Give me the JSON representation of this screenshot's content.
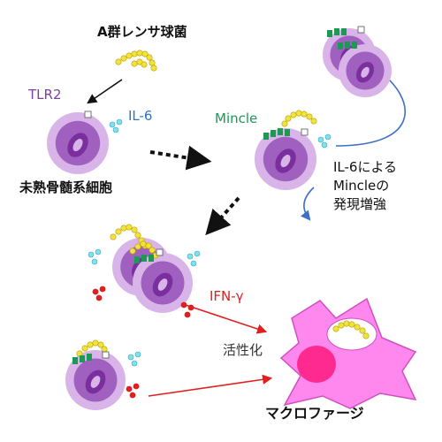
{
  "labels": {
    "strep": "A群レンサ球菌",
    "tlr2": "TLR2",
    "il6": "IL-6",
    "mincle": "Mincle",
    "bone_marrow": "未熟骨髄系細胞",
    "note": [
      "IL-6による",
      "Mincleの",
      "発現増強"
    ],
    "ifng": "IFN-γ",
    "activation": "活性化",
    "macrophage": "マクロファージ"
  },
  "colors": {
    "cell_outer": "#d9b4e8",
    "cell_inner": "#a060c0",
    "nucleus": "#7b2f9e",
    "mincle": "#1a9a52",
    "il6_dots": "#7fe0ee",
    "ifng_dots": "#e02020",
    "bacteria": "#f2e23c",
    "macrophage": "#ff88ee",
    "macrophage_nucleus": "#ff2a90",
    "arrow_blue": "#3d6fc4",
    "arrow_red": "#e02020"
  }
}
